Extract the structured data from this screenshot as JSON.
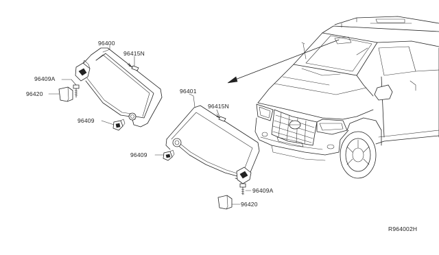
{
  "parts": {
    "p96400": "96400",
    "p96415N_a": "96415N",
    "p96409A_a": "96409A",
    "p96420_a": "96420",
    "p96409_a": "96409",
    "p96401": "96401",
    "p96415N_b": "96415N",
    "p96409_b": "96409",
    "p96409A_b": "96409A",
    "p96420_b": "96420"
  },
  "diagram_code": "R964002H"
}
